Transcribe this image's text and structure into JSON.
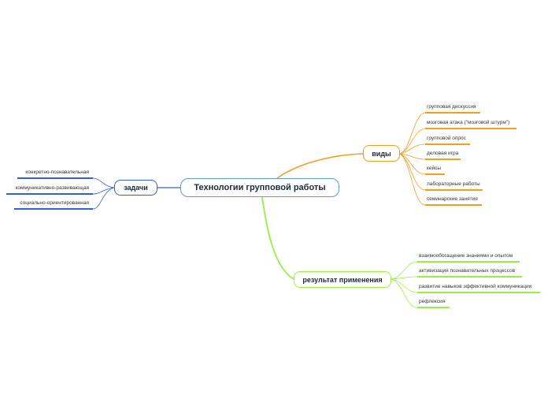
{
  "central": {
    "label": "Технологии групповой работы"
  },
  "branches": {
    "vidy": {
      "label": "виды",
      "color": "#f0a020",
      "items": [
        "групповая дискуссия",
        "мозговая атака (\"мозговой штурм\")",
        "групповой опрос",
        "деловая игра",
        "кейсы",
        "лабораторные работы",
        "семинарские занятия"
      ]
    },
    "zadachi": {
      "label": "задачи",
      "color": "#3060e0",
      "items": [
        "конкретно-познавательная",
        "коммуникативно-развивающая",
        "социально-ориентированная"
      ]
    },
    "result": {
      "label": "результат применения",
      "color": "#99ee44",
      "items": [
        "взаимообогащение знаниями и опытом",
        "активизация познавательных процессов",
        "развитие навыков эффективной коммуникации",
        "рефлексия"
      ]
    }
  }
}
